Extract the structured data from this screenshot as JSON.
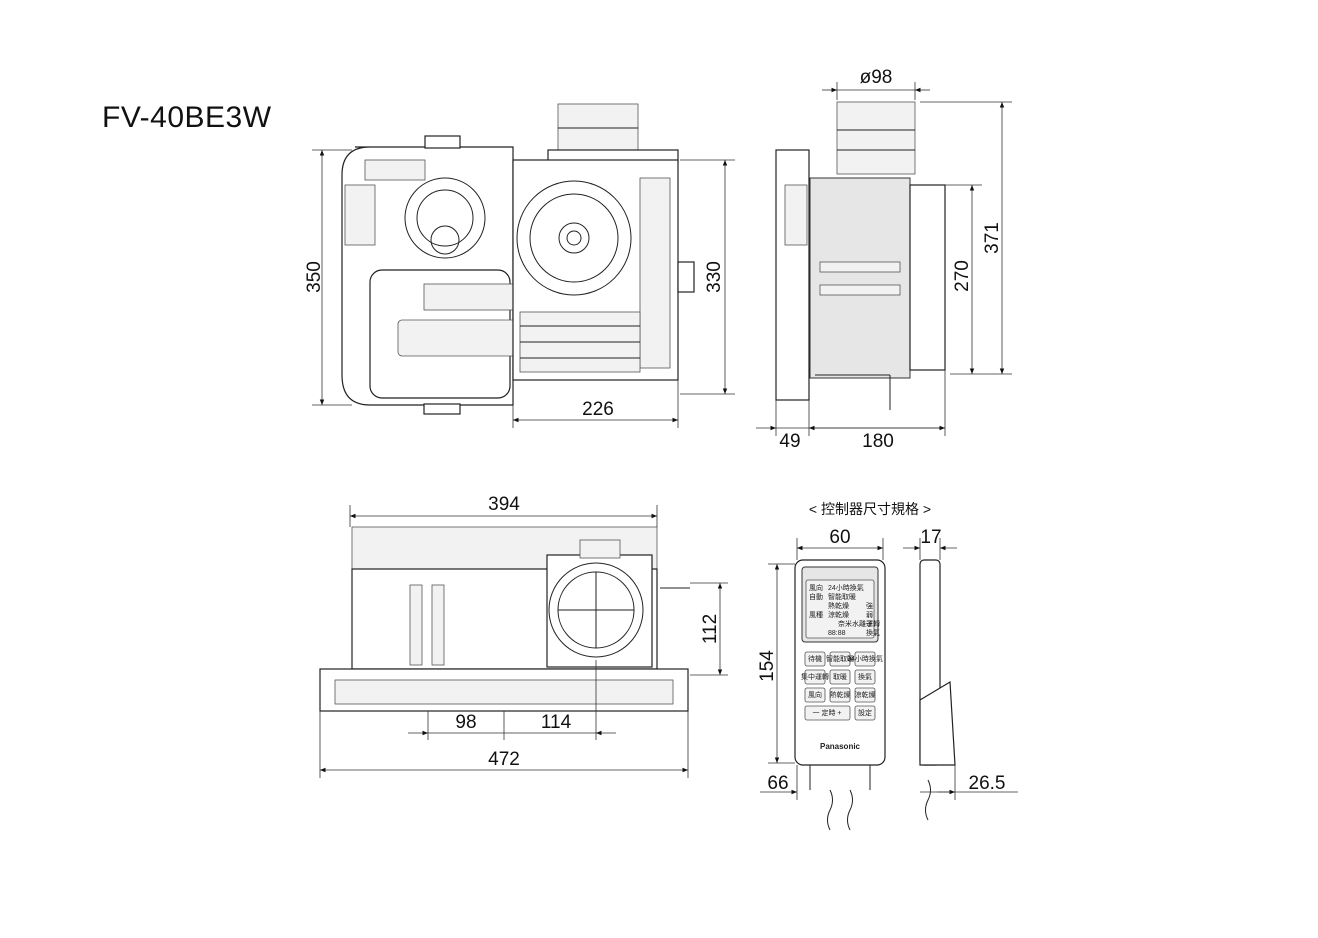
{
  "model": "FV-40BE3W",
  "top_view": {
    "height_overall": "350",
    "height_body": "330",
    "width_body": "226"
  },
  "side_view": {
    "duct_diameter": "ø98",
    "height_overall": "371",
    "height_body": "270",
    "grille_depth": "49",
    "body_depth": "180"
  },
  "front_view": {
    "width_body": "394",
    "width_panel": "472",
    "duct_height": "112",
    "offset_left": "98",
    "offset_right": "114"
  },
  "controller": {
    "caption": "< 控制器尺寸規格 >",
    "width": "60",
    "thickness": "17",
    "height": "154",
    "holder_width": "66",
    "holder_depth": "26.5",
    "lcd_lines": [
      "風向",
      "自動",
      "24小時換氣",
      "智能取暖",
      "熱乾燥",
      "涼乾燥",
      "強",
      "弱",
      "風種",
      "奈米水離子",
      "88:88",
      "運轉",
      "換氣"
    ],
    "keys": [
      "待機",
      "智能取暖",
      "24小時換氣",
      "集中運轉",
      "取暖",
      "換氣",
      "風向",
      "熱乾燥",
      "涼乾燥",
      "一 定時 +",
      "設定"
    ],
    "brand": "Panasonic"
  }
}
